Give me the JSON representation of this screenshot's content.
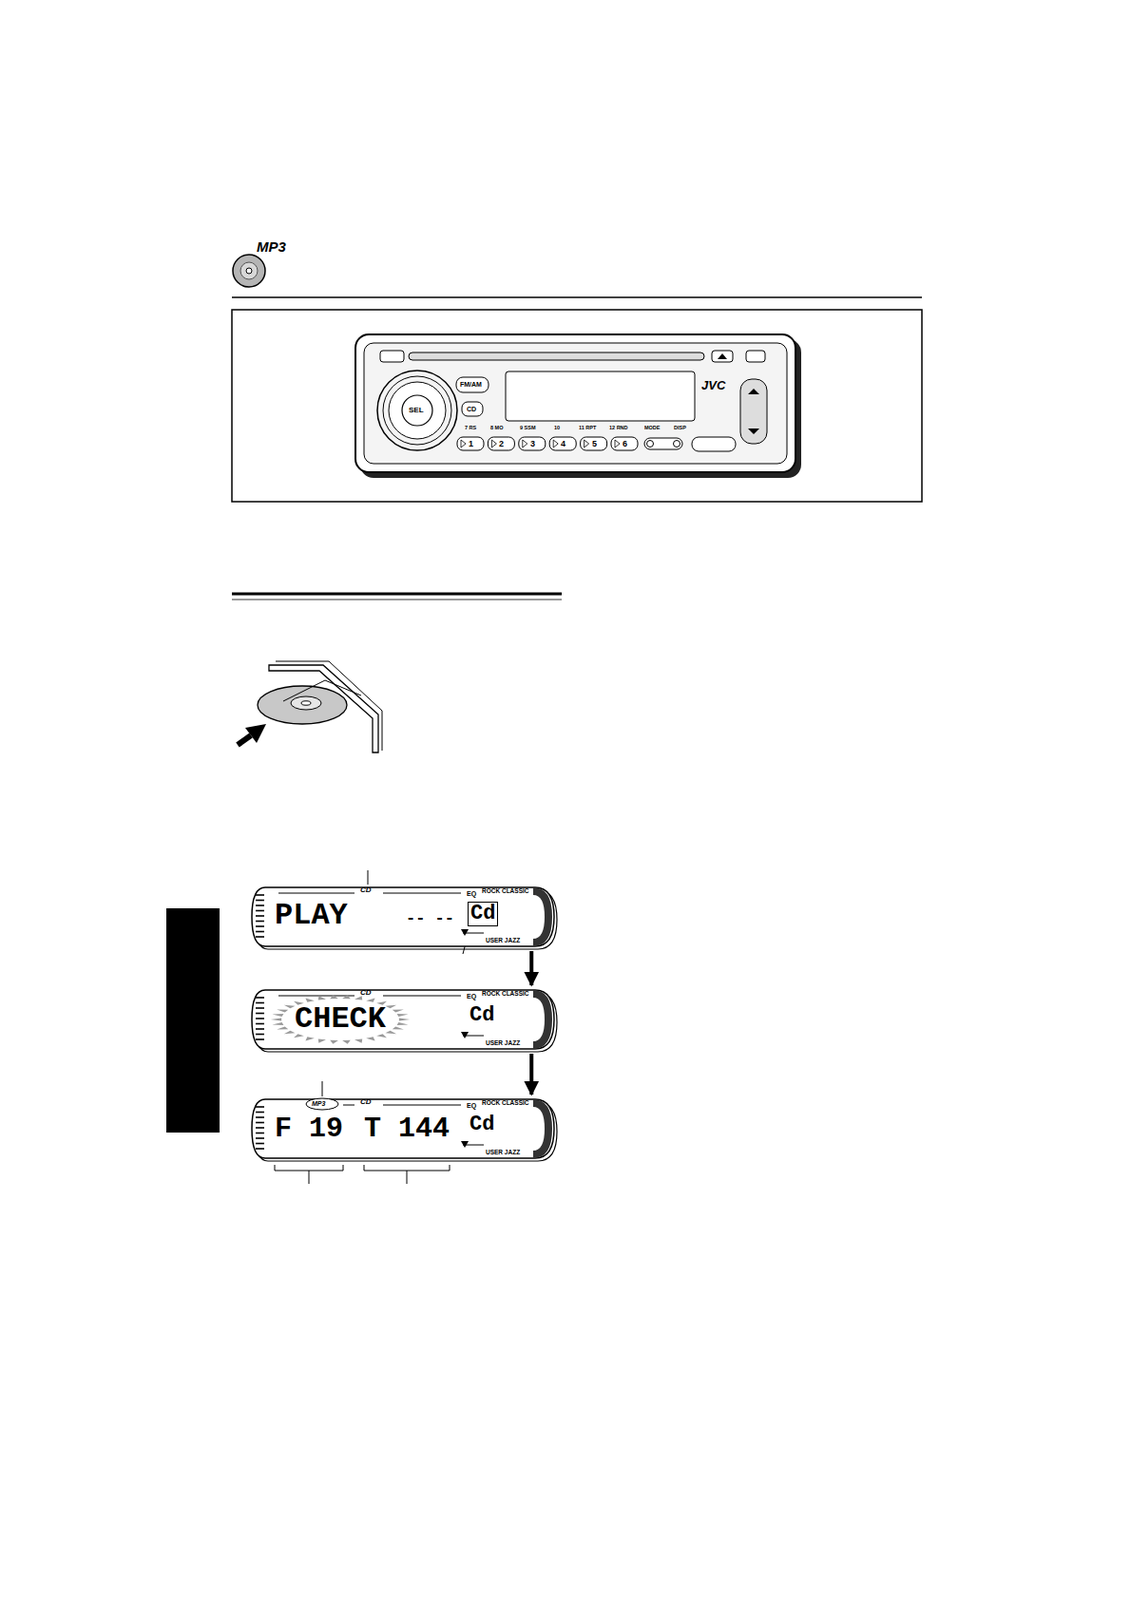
{
  "diagram": {
    "nodes": [
      {
        "text": [
          "FM/AM",
          "CD",
          "SEL",
          "JVC",
          "1",
          "2",
          "3",
          "4",
          "5",
          "6",
          "7 RS",
          "8 MO",
          "9 SSM",
          "10",
          "11 RPT",
          "12 RND",
          "MODE",
          "DISP"
        ]
      },
      {
        "text": [
          "CD",
          "PLAY",
          "-- --",
          "Cd",
          "EQ",
          "ROCK CLASSIC",
          "USER JAZZ"
        ]
      },
      {
        "text": [
          "CD",
          "CHECK",
          "Cd",
          "EQ",
          "ROCK CLASSIC",
          "USER JAZZ"
        ]
      },
      {
        "text": [
          "MP3",
          "CD",
          "F 19",
          "T 144",
          "Cd",
          "EQ",
          "ROCK CLASSIC",
          "USER JAZZ"
        ]
      }
    ],
    "edges": [
      {
        "from": 1,
        "to": 2,
        "arrow": "to"
      },
      {
        "from": 2,
        "to": 3,
        "arrow": "to"
      }
    ],
    "labels": [
      "MP3"
    ]
  }
}
